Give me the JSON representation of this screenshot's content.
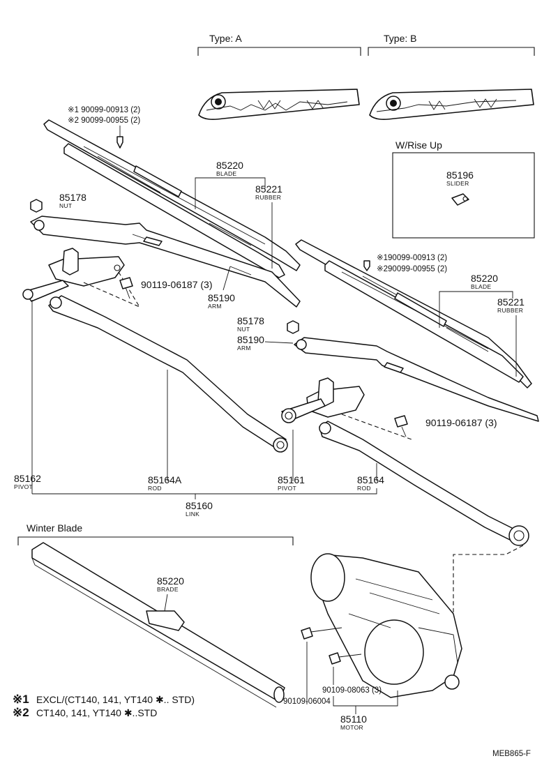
{
  "headers": {
    "type_a": "Type: A",
    "type_b": "Type: B",
    "rise_up": "W/Rise Up",
    "winter": "Winter Blade"
  },
  "parts": {
    "p85220_top": {
      "no": "85220",
      "name": "BLADE"
    },
    "p85221_top": {
      "no": "85221",
      "name": "RUBBER"
    },
    "p85178_top": {
      "no": "85178",
      "name": "NUT"
    },
    "p90119_top": {
      "no": "90119-06187 (3)"
    },
    "p85190_top": {
      "no": "85190",
      "name": "ARM"
    },
    "p85196": {
      "no": "85196",
      "name": "SLIDER"
    },
    "p85220_right": {
      "no": "85220",
      "name": "BLADE"
    },
    "p85221_right": {
      "no": "85221",
      "name": "RUBBER"
    },
    "p85178_right": {
      "no": "85178",
      "name": "NUT"
    },
    "p85190_right": {
      "no": "85190",
      "name": "ARM"
    },
    "p90119_right": {
      "no": "90119-06187 (3)"
    },
    "p85162": {
      "no": "85162",
      "name": "PIVOT"
    },
    "p85164A": {
      "no": "85164A",
      "name": "ROD"
    },
    "p85161": {
      "no": "85161",
      "name": "PIVOT"
    },
    "p85164": {
      "no": "85164",
      "name": "ROD"
    },
    "p85160": {
      "no": "85160",
      "name": "LINK"
    },
    "p85220_winter": {
      "no": "85220",
      "name": "BRADE"
    },
    "p90109_06004": {
      "no": "90109-06004"
    },
    "p90109_08063": {
      "no": "90109-08063 (3)"
    },
    "p85110": {
      "no": "85110",
      "name": "MOTOR"
    }
  },
  "screws_top": {
    "s1": "※1  90099-00913 (2)",
    "s2": "※2  90099-00955 (2)"
  },
  "screws_right": {
    "s1": "※190099-00913 (2)",
    "s2": "※290099-00955 (2)"
  },
  "notes": {
    "n1_mark": "※1",
    "n1_text": "EXCL/(CT140, 141, YT140 ✱.. STD)",
    "n2_mark": "※2",
    "n2_text": "CT140, 141, YT140 ✱..STD"
  },
  "code": "MEB865-F"
}
